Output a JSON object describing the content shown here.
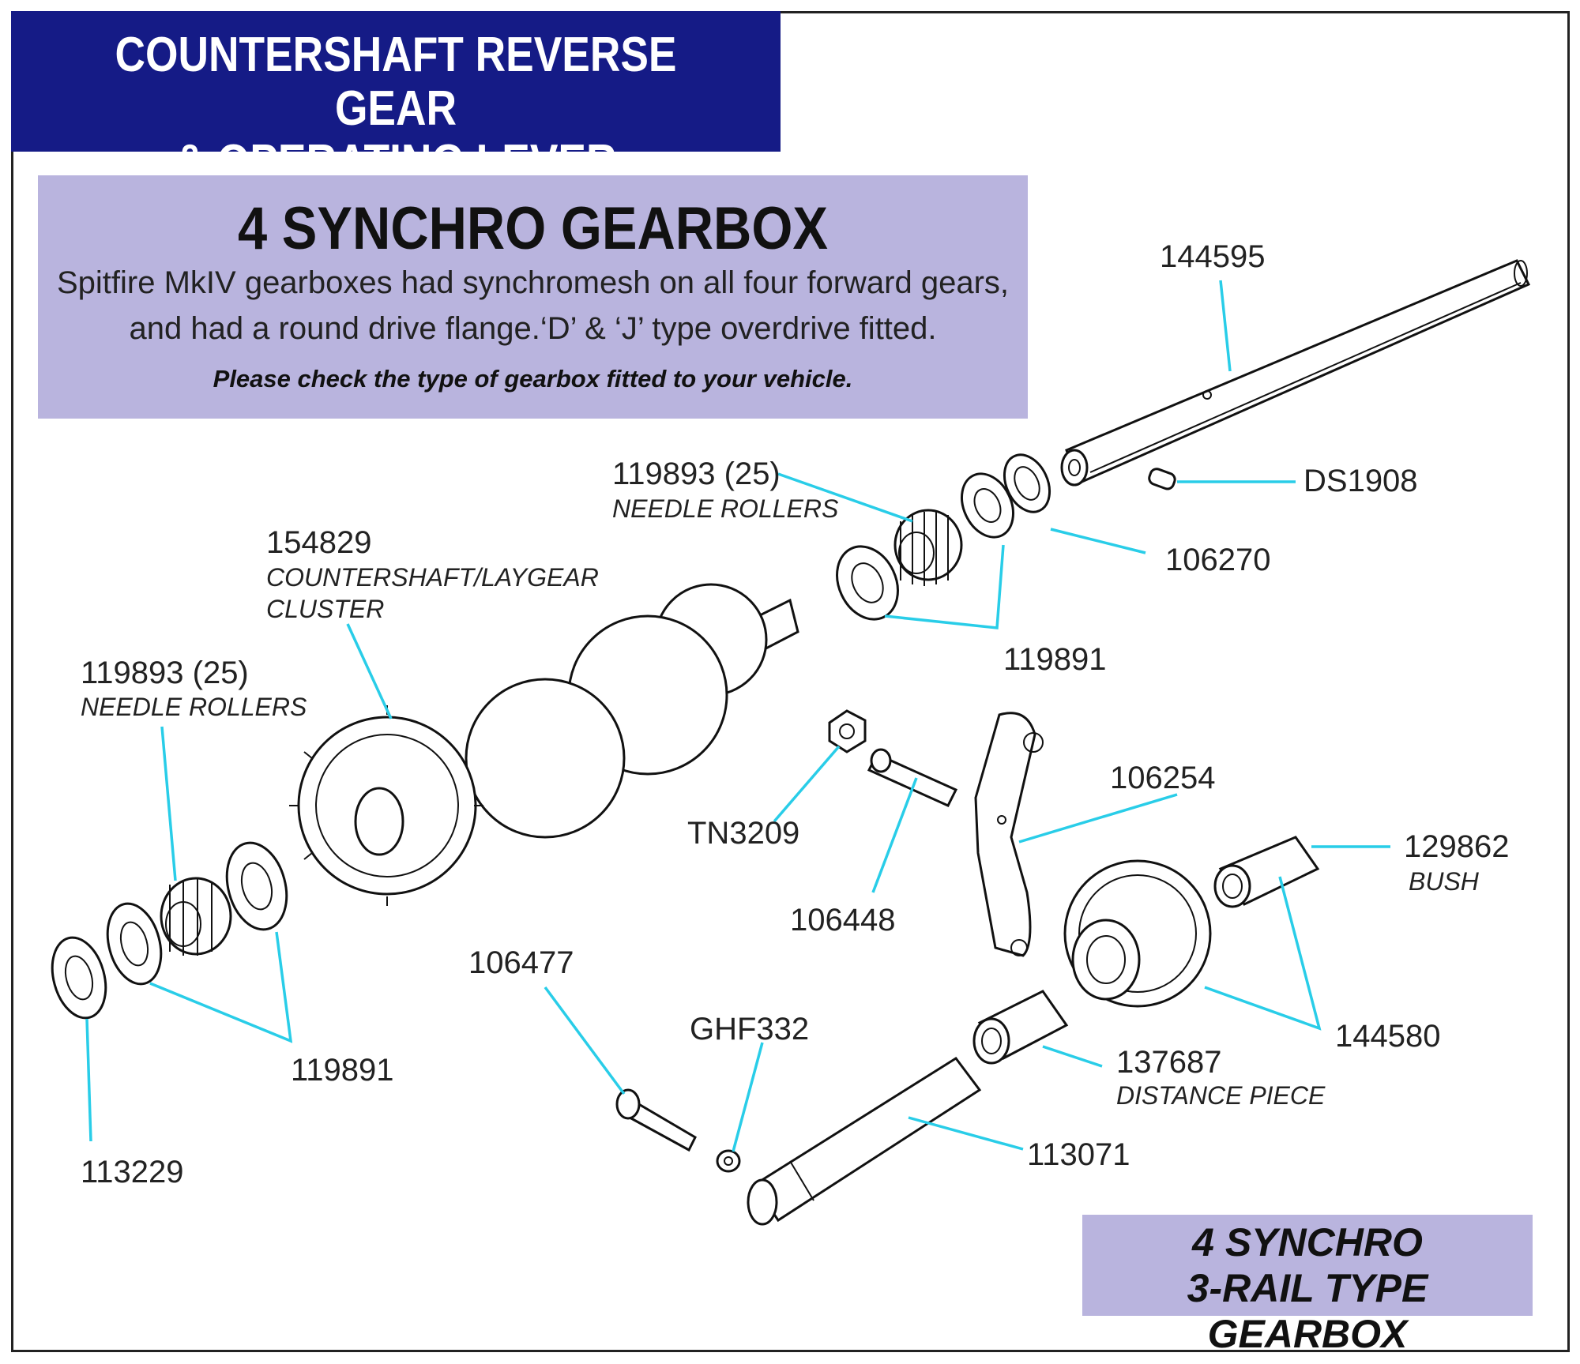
{
  "header": {
    "title_line1": "COUNTERSHAFT REVERSE GEAR",
    "title_line2": "& OPERATING LEVER"
  },
  "info": {
    "heading": "4 SYNCHRO GEARBOX",
    "line1": "Spitfire MkIV gearboxes had synchromesh on all four forward gears,",
    "line2": "and had a round drive flange.‘D’ & ‘J’ type overdrive fitted.",
    "note": "Please check the type of gearbox fitted to your vehicle."
  },
  "type_box": {
    "line1": "4 SYNCHRO",
    "line2": "3-RAIL TYPE GEARBOX"
  },
  "colors": {
    "title_bg": "#151b86",
    "panel_bg": "#b9b4de",
    "leader_line": "#29cde8"
  },
  "parts": {
    "p144595": {
      "number": "144595",
      "desc": ""
    },
    "p119893_top": {
      "number": "119893 (25)",
      "desc": "NEEDLE ROLLERS"
    },
    "pDS1908": {
      "number": "DS1908",
      "desc": ""
    },
    "p106270": {
      "number": "106270",
      "desc": ""
    },
    "p154829": {
      "number": "154829",
      "desc1": "COUNTERSHAFT/LAYGEAR",
      "desc2": "CLUSTER"
    },
    "p119891_top": {
      "number": "119891",
      "desc": ""
    },
    "p119893_left": {
      "number": "119893 (25)",
      "desc": "NEEDLE ROLLERS"
    },
    "p106254": {
      "number": "106254",
      "desc": ""
    },
    "pTN3209": {
      "number": "TN3209",
      "desc": ""
    },
    "p129862": {
      "number": "129862",
      "desc": "BUSH"
    },
    "p106448": {
      "number": "106448",
      "desc": ""
    },
    "p106477": {
      "number": "106477",
      "desc": ""
    },
    "pGHF332": {
      "number": "GHF332",
      "desc": ""
    },
    "p144580": {
      "number": "144580",
      "desc": ""
    },
    "p137687": {
      "number": "137687",
      "desc": "DISTANCE PIECE"
    },
    "p119891_left": {
      "number": "119891",
      "desc": ""
    },
    "p113071": {
      "number": "113071",
      "desc": ""
    },
    "p113229": {
      "number": "113229",
      "desc": ""
    }
  }
}
